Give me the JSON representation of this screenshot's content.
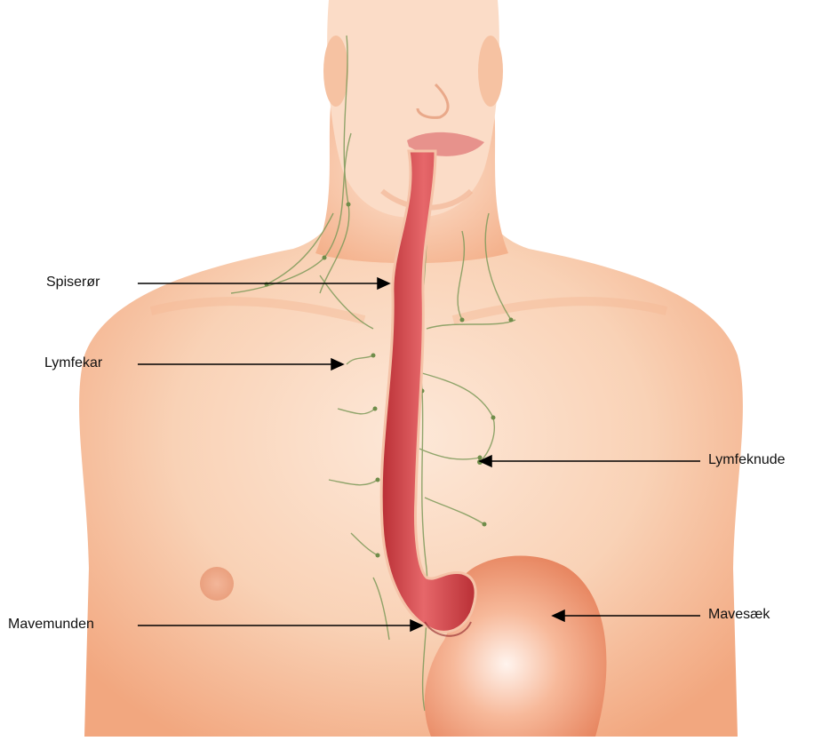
{
  "diagram": {
    "labels": {
      "spiseror": "Spiserør",
      "lymfekar": "Lymfekar",
      "lymfeknude": "Lymfeknude",
      "mavemunden": "Mavemunden",
      "mavesaek": "Mavesæk"
    },
    "colors": {
      "skin": "#f7c9a6",
      "skin_shadow": "#ef9d73",
      "esophagus": "#d7474b",
      "lymph": "#7e9a5a",
      "arrow": "#000000"
    }
  }
}
